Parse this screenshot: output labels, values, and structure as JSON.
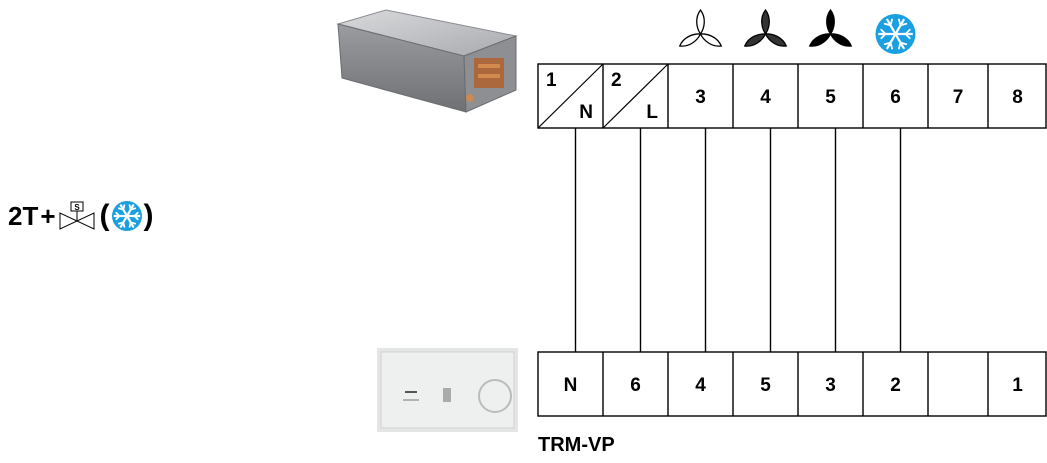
{
  "formula": {
    "prefix": "2T",
    "plus": "+",
    "valve_tag": "S",
    "open_paren": "(",
    "close_paren": ")",
    "icon": "snowflake-icon"
  },
  "top_terminals": [
    {
      "number": "1",
      "sub": "N",
      "split": true
    },
    {
      "number": "2",
      "sub": "L",
      "split": true
    },
    {
      "number": "3",
      "sub": "",
      "split": false
    },
    {
      "number": "4",
      "sub": "",
      "split": false
    },
    {
      "number": "5",
      "sub": "",
      "split": false
    },
    {
      "number": "6",
      "sub": "",
      "split": false
    },
    {
      "number": "7",
      "sub": "",
      "split": false
    },
    {
      "number": "8",
      "sub": "",
      "split": false
    }
  ],
  "top_icons": [
    {
      "terminal": "3",
      "icon": "fan-low-icon",
      "level": 1
    },
    {
      "terminal": "4",
      "icon": "fan-medium-icon",
      "level": 2
    },
    {
      "terminal": "5",
      "icon": "fan-high-icon",
      "level": 3
    },
    {
      "terminal": "6",
      "icon": "snowflake-icon",
      "color": "#1aa0e0"
    }
  ],
  "bottom_terminals": [
    "N",
    "6",
    "4",
    "5",
    "3",
    "2",
    "",
    "1"
  ],
  "connections": [
    {
      "from": "1",
      "to": "N"
    },
    {
      "from": "2",
      "to": "6"
    },
    {
      "from": "3",
      "to": "4"
    },
    {
      "from": "4",
      "to": "5"
    },
    {
      "from": "5",
      "to": "3"
    },
    {
      "from": "6",
      "to": "2"
    }
  ],
  "model": "TRM-VP",
  "colors": {
    "snowflake": "#1aa0e0",
    "line": "#000000"
  }
}
